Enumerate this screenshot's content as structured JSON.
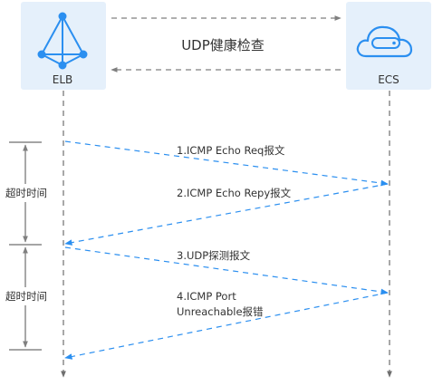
{
  "nodes": {
    "elb": {
      "label": "ELB",
      "icon": "load-balancer-icon"
    },
    "ecs": {
      "label": "ECS",
      "icon": "cloud-server-icon"
    }
  },
  "health_check_label": "UDP健康检查",
  "timeout_label": "超时时间",
  "messages": [
    {
      "lines": [
        "1.ICMP Echo Req报文"
      ]
    },
    {
      "lines": [
        "2.ICMP Echo Repy报文"
      ]
    },
    {
      "lines": [
        "3.UDP探测报文"
      ]
    },
    {
      "lines": [
        "4.ICMP Port",
        "Unreachable报错"
      ]
    }
  ],
  "colors": {
    "accent": "#2b8ff0",
    "node_bg": "#e5f0fb",
    "line": "#7f7f7f",
    "text": "#333333"
  }
}
